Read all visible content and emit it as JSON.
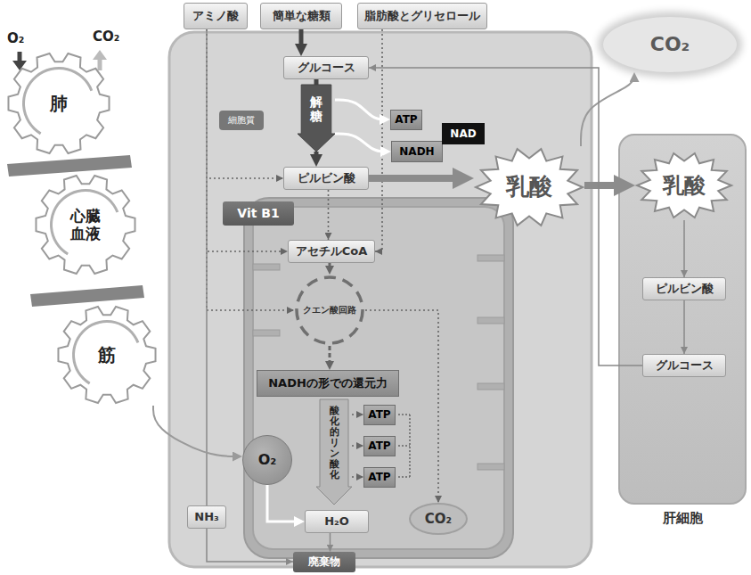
{
  "diagram": {
    "nodes": [
      {
        "text": [
          "アミノ酸"
        ]
      },
      {
        "text": [
          "簡単な糖類"
        ]
      },
      {
        "text": [
          "脂肪酸とグリセロール"
        ]
      },
      {
        "text": [
          "肺"
        ]
      },
      {
        "text": [
          "心臓",
          "血液"
        ]
      },
      {
        "text": [
          "筋"
        ]
      },
      {
        "text": [
          "グルコース"
        ]
      },
      {
        "text": [
          "細胞質"
        ]
      },
      {
        "text": [
          "解糖"
        ]
      },
      {
        "text": [
          "ATP"
        ]
      },
      {
        "text": [
          "NADH"
        ]
      },
      {
        "text": [
          "NAD"
        ]
      },
      {
        "text": [
          "ピルビン酸"
        ]
      },
      {
        "text": [
          "乳酸"
        ]
      },
      {
        "text": [
          "Vit B1"
        ]
      },
      {
        "text": [
          "アセチルCoA"
        ]
      },
      {
        "text": [
          "クエン酸回路"
        ]
      },
      {
        "text": [
          "NADHの形での還元力"
        ]
      },
      {
        "text": [
          "酸化的リン酸化"
        ]
      },
      {
        "text": [
          "ATP"
        ]
      },
      {
        "text": [
          "ATP"
        ]
      },
      {
        "text": [
          "ATP"
        ]
      },
      {
        "text": [
          "O₂"
        ]
      },
      {
        "text": [
          "H₂O"
        ]
      },
      {
        "text": [
          "CO₂"
        ]
      },
      {
        "text": [
          "NH₃"
        ]
      },
      {
        "text": [
          "廃棄物"
        ]
      },
      {
        "text": [
          "CO₂"
        ]
      },
      {
        "text": [
          "肝細胞"
        ]
      },
      {
        "text": [
          "乳酸"
        ],
        "in": 28
      },
      {
        "text": [
          "ピルビン酸"
        ],
        "in": 28
      },
      {
        "text": [
          "グルコース"
        ],
        "in": 28
      }
    ],
    "edges": [
      {
        "from": 0,
        "to": 12,
        "arrow": "to"
      },
      {
        "from": 0,
        "to": 15,
        "arrow": "to"
      },
      {
        "from": 0,
        "to": 16,
        "arrow": "to"
      },
      {
        "from": 0,
        "to": 25,
        "arrow": "none"
      },
      {
        "from": 25,
        "to": 26,
        "arrow": "to"
      },
      {
        "from": 1,
        "to": 6,
        "arrow": "to"
      },
      {
        "from": 2,
        "to": 15,
        "arrow": "to"
      },
      {
        "from": 6,
        "to": 8,
        "arrow": "none"
      },
      {
        "from": 8,
        "to": 12,
        "arrow": "to"
      },
      {
        "from": 8,
        "to": 9,
        "arrow": "to"
      },
      {
        "from": 8,
        "to": 10,
        "arrow": "to"
      },
      {
        "from": 12,
        "to": 13,
        "arrow": "to"
      },
      {
        "from": 13,
        "to": 29,
        "arrow": "to"
      },
      {
        "from": 13,
        "to": 27,
        "arrow": "to"
      },
      {
        "from": 29,
        "to": 30,
        "arrow": "to"
      },
      {
        "from": 30,
        "to": 31,
        "arrow": "to"
      },
      {
        "from": 31,
        "to": 6,
        "arrow": "to"
      },
      {
        "from": 12,
        "to": 15,
        "arrow": "to"
      },
      {
        "from": 15,
        "to": 16,
        "arrow": "to"
      },
      {
        "from": 16,
        "to": 17,
        "arrow": "to"
      },
      {
        "from": 16,
        "to": 24,
        "arrow": "to"
      },
      {
        "from": 18,
        "to": 19,
        "arrow": "to"
      },
      {
        "from": 18,
        "to": 20,
        "arrow": "to"
      },
      {
        "from": 18,
        "to": 21,
        "arrow": "to"
      },
      {
        "from": 22,
        "to": 23,
        "arrow": "to"
      },
      {
        "from": 5,
        "to": 22,
        "arrow": "to"
      },
      {
        "from": 23,
        "to": 26,
        "arrow": "to"
      }
    ],
    "labels": [
      "O₂",
      "CO₂"
    ]
  }
}
